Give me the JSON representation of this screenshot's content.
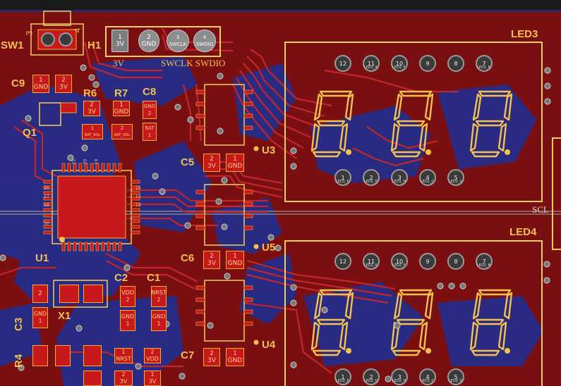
{
  "designators": {
    "sw1": "SW1",
    "h1": "H1",
    "c9": "C9",
    "r6": "R6",
    "r7": "R7",
    "c8": "C8",
    "q1": "Q1",
    "u3": "U3",
    "c5": "C5",
    "u1": "U1",
    "c6": "C6",
    "u5": "U5",
    "c2": "C2",
    "c1": "C1",
    "x1": "X1",
    "c3": "C3",
    "u4": "U4",
    "r4": "R4",
    "c7": "C7",
    "led3": "LED3",
    "led4": "LED4",
    "scl": "SCL"
  },
  "sw1_pins": [
    "3",
    "4"
  ],
  "header_h1": {
    "pins": [
      {
        "num": "1",
        "name": "3V"
      },
      {
        "num": "2",
        "name": "GND"
      },
      {
        "num": "3",
        "name": "SWCLK"
      },
      {
        "num": "4",
        "name": "SWDIO"
      }
    ],
    "silk": {
      "v3": "3V",
      "clk_dio": "SWCLK SWDIO"
    }
  },
  "pads": {
    "c9": [
      {
        "num": "1",
        "net": "GND"
      },
      {
        "num": "2",
        "net": "3V"
      }
    ],
    "r6": [
      {
        "num": "2",
        "net": "3V"
      },
      {
        "num": "1",
        "net": "BAT_VOL"
      }
    ],
    "r7": [
      {
        "num": "1",
        "net": "GND"
      },
      {
        "num": "2",
        "net": "BAT_VOL"
      }
    ],
    "c8": [
      {
        "num": "GND",
        "net": "2"
      },
      {
        "num": "BAT",
        "net": "1"
      }
    ],
    "c5": [
      {
        "num": "2",
        "net": "3V"
      },
      {
        "num": "1",
        "net": "GND"
      }
    ],
    "c6": [
      {
        "num": "2",
        "net": "3V"
      },
      {
        "num": "1",
        "net": "GND"
      }
    ],
    "c7": [
      {
        "num": "2",
        "net": "3V"
      },
      {
        "num": "1",
        "net": "GND"
      }
    ],
    "c2": [
      {
        "num": "VDD",
        "net": "2"
      },
      {
        "num": "GND",
        "net": "1"
      }
    ],
    "c1": [
      {
        "num": "NRST",
        "net": "2"
      },
      {
        "num": "GND",
        "net": "1"
      }
    ],
    "c3": [
      {
        "num": "2",
        "net": ""
      },
      {
        "num": "GND",
        "net": "1"
      }
    ],
    "bottom": [
      {
        "num": "1",
        "net": "NRST"
      },
      {
        "num": "2",
        "net": "VDD"
      },
      {
        "num": "2",
        "net": "3V"
      },
      {
        "num": "1",
        "net": "3V"
      }
    ]
  },
  "u1_pin_numbers": {
    "top": [
      "21",
      "20",
      "19"
    ],
    "left": [
      "26",
      "27",
      "28",
      "30"
    ],
    "right": [
      "15",
      "14",
      "13"
    ]
  },
  "led_pins_top": [
    {
      "num": "12",
      "net": ""
    },
    {
      "num": "11",
      "net": "LED1_A"
    },
    {
      "num": "10",
      "net": "LED1_F"
    },
    {
      "num": "9",
      "net": ""
    },
    {
      "num": "8",
      "net": ""
    },
    {
      "num": "7",
      "net": "LED1_B"
    }
  ],
  "led_pins_bottom": [
    {
      "num": "1",
      "net": "LED1_E"
    },
    {
      "num": "2",
      "net": "LED1_D"
    },
    {
      "num": "3",
      "net": "LED1_H"
    },
    {
      "num": "4",
      "net": "LED1_C"
    },
    {
      "num": "5",
      "net": "LED1_G"
    }
  ],
  "led4_pins_top": [
    {
      "num": "12",
      "net": ""
    },
    {
      "num": "11",
      "net": "LED2_A"
    },
    {
      "num": "10",
      "net": "LED2_F"
    },
    {
      "num": "9",
      "net": ""
    },
    {
      "num": "8",
      "net": ""
    },
    {
      "num": "7",
      "net": "LED2_B"
    }
  ],
  "led4_pins_bottom": [
    {
      "num": "1",
      "net": "LED2_E"
    },
    {
      "num": "2",
      "net": "LED2_D"
    },
    {
      "num": "3",
      "net": "LED2_H"
    },
    {
      "num": "4",
      "net": "LED2_C"
    },
    {
      "num": "5",
      "net": "LED2_G"
    }
  ],
  "colors": {
    "board": "#7a0f12",
    "copper_bottom": "#1a2a8c",
    "silkscreen": "#f2c14e",
    "pad": "#c8181e",
    "drill_ring": "#9b9b9b",
    "track": "#b01e1e"
  }
}
